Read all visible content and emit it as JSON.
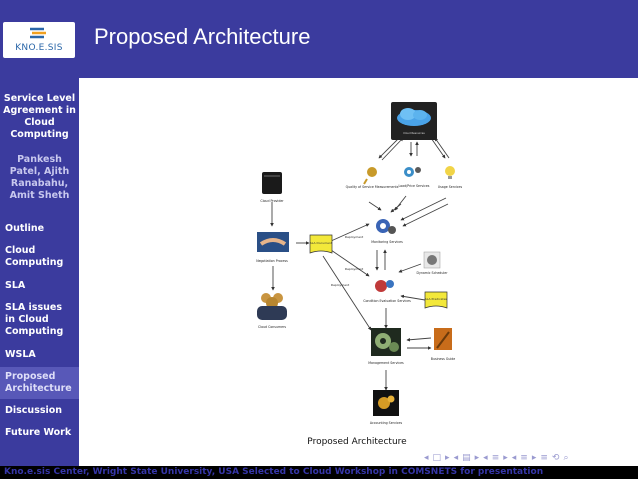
{
  "slide": {
    "frame_title": "Proposed Architecture",
    "caption": "Proposed Architecture"
  },
  "logo": {
    "text": "KNO.E.SIS"
  },
  "sidebar": {
    "title": "Service Level Agreement in Cloud Computing",
    "authors": "Pankesh Patel, Ajith Ranabahu, Amit Sheth",
    "items": [
      {
        "label": "Outline"
      },
      {
        "label": "Cloud Computing"
      },
      {
        "label": "SLA"
      },
      {
        "label": "SLA issues in Cloud Computing"
      },
      {
        "label": "WSLA"
      },
      {
        "label": "Proposed Architecture"
      },
      {
        "label": "Discussion"
      },
      {
        "label": "Future Work"
      }
    ]
  },
  "diagram": {
    "cloud": "Cloud Resources",
    "provider": "Cloud Provider",
    "negotiation": "Negotiation Process",
    "consumers": "Cloud Consumers",
    "sla_document": "SLA Document",
    "qos": "Quality of Service Measurements",
    "crud": "Load/Price Services",
    "usage": "Usage Services",
    "monitoring": "Monitoring Services",
    "scheduler": "Dynamic Scheduler",
    "condition": "Condition Evaluation Services",
    "sla_predicates": "SLA Predicates",
    "management": "Management Services",
    "business": "Business Guide",
    "accounting": "Accounting Services",
    "deployment_1": "Deployment",
    "deployment_2": "Deployment",
    "deployment_3": "Deployment"
  },
  "footer": {
    "text": "Kno.e.sis Center, Wright State University, USA Selected to Cloud Workshop in COMSNETS for presentation"
  },
  "nav_icons": [
    "left-arrow-icon",
    "frame-icon",
    "right-arrow-icon",
    "left-arrow-icon",
    "subsection-icon",
    "right-arrow-icon",
    "left-arrow-icon",
    "section-icon",
    "right-arrow-icon",
    "menu-icon",
    "search-icon"
  ]
}
